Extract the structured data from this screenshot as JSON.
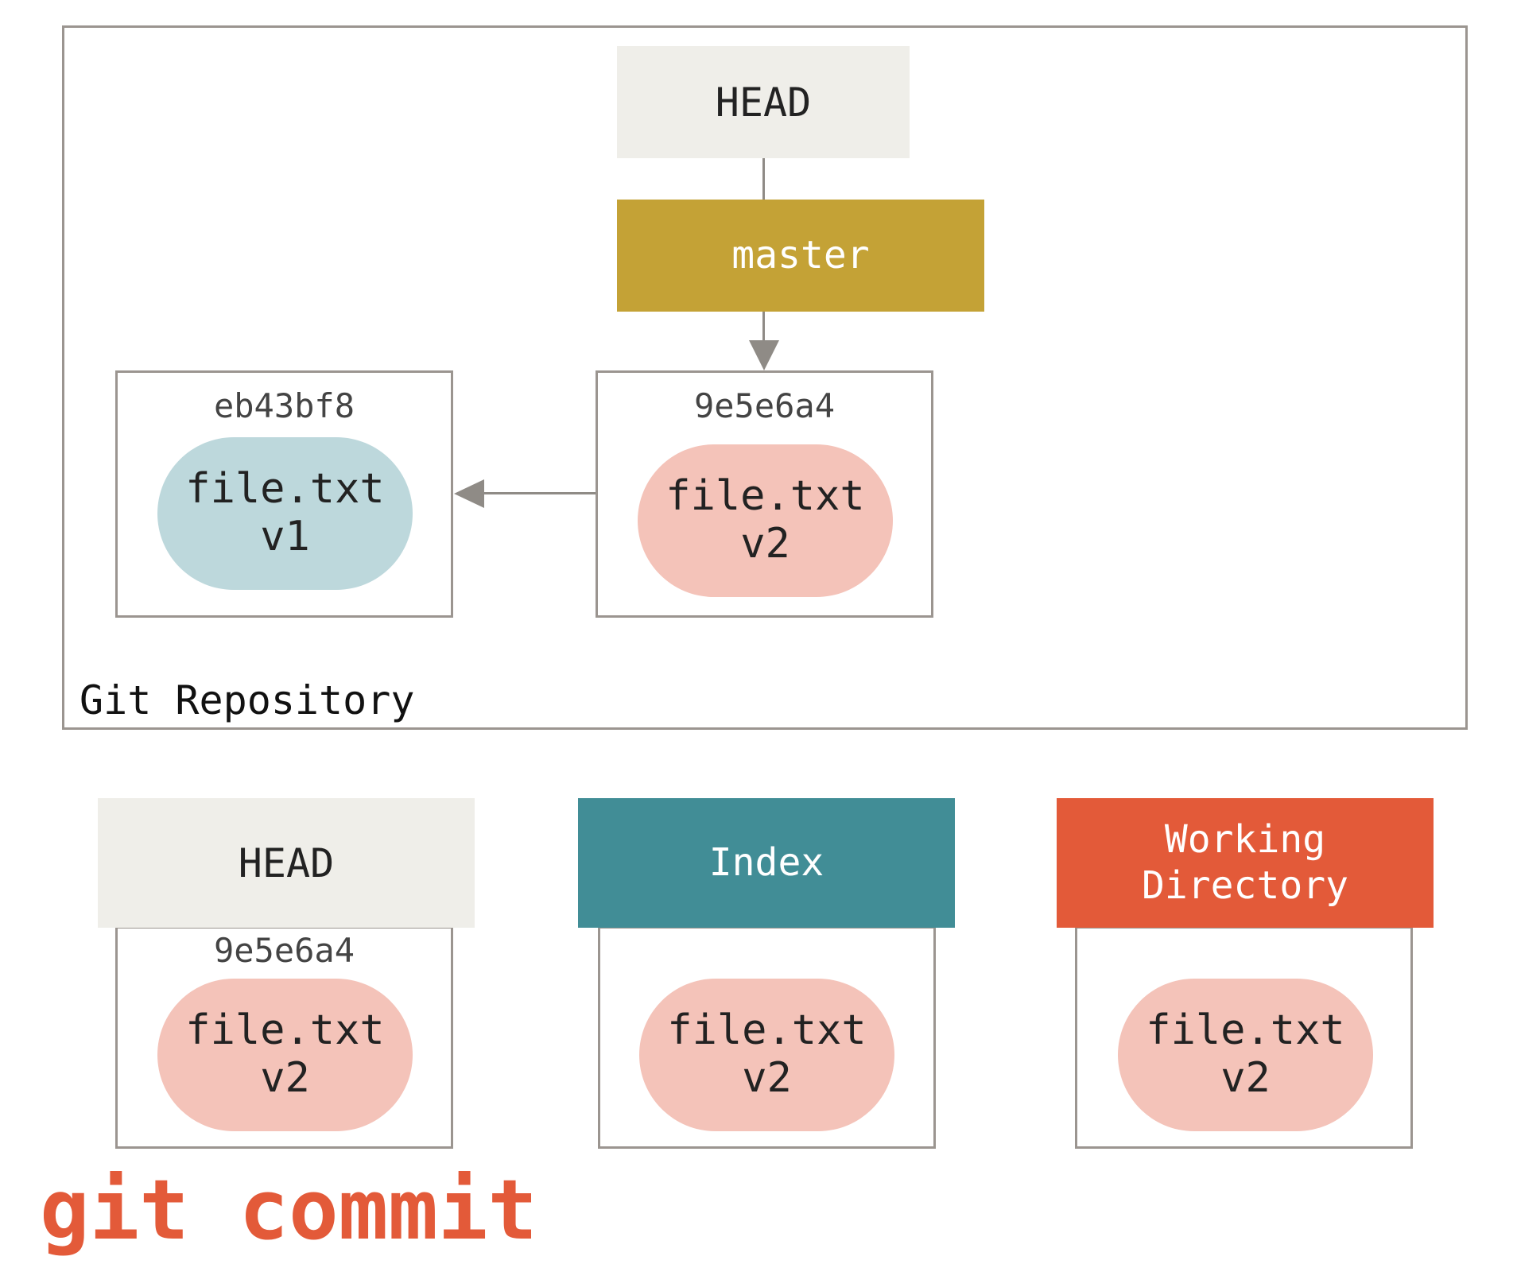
{
  "repository": {
    "label": "Git Repository",
    "head_label": "HEAD",
    "branch_label": "master",
    "commits": [
      {
        "hash": "eb43bf8",
        "file": "file.txt",
        "version": "v1"
      },
      {
        "hash": "9e5e6a4",
        "file": "file.txt",
        "version": "v2"
      }
    ]
  },
  "trees": [
    {
      "title": "HEAD",
      "hash": "9e5e6a4",
      "file": "file.txt",
      "version": "v2"
    },
    {
      "title": "Index",
      "file": "file.txt",
      "version": "v2"
    },
    {
      "title_lines": [
        "Working",
        "Directory"
      ],
      "file": "file.txt",
      "version": "v2"
    }
  ],
  "command": "git commit",
  "colors": {
    "head": "#efeee9",
    "branch": "#c4a236",
    "index": "#418d96",
    "working_directory": "#e35a39",
    "blob_v1": "#bdd8dc",
    "blob_v2": "#f4c3b9",
    "border": "#9b9590"
  }
}
